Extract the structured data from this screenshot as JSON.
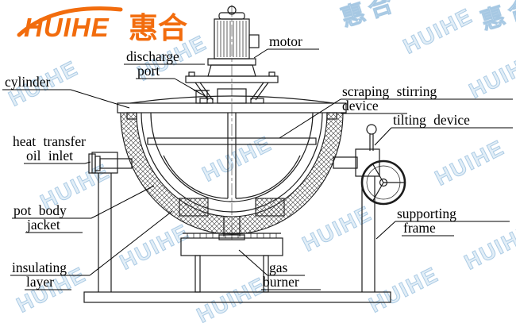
{
  "logo": {
    "brand": "HUIHE",
    "chinese": "惠合",
    "color": "#f26c0d"
  },
  "watermark": {
    "brand": "HUIHE",
    "chinese": "惠合",
    "color": "#9ec4e2"
  },
  "colors": {
    "accent": "#f26c0d",
    "line": "#1c1c1c",
    "background": "#ffffff"
  },
  "labels": {
    "motor": "motor",
    "discharge_port": [
      "discharge",
      "port"
    ],
    "cylinder": "cylinder",
    "scraping_stirring_device": [
      "scraping stirring",
      "device"
    ],
    "tilting_device": "tilting device",
    "heat_transfer_oil_inlet": [
      "heat transfer",
      "oil inlet"
    ],
    "pot_body_jacket": [
      "pot body",
      "jacket"
    ],
    "insulating_layer": [
      "insulating",
      "layer"
    ],
    "supporting_frame": [
      "supporting",
      "frame"
    ],
    "gas_burner": [
      "gas",
      "burner"
    ]
  }
}
